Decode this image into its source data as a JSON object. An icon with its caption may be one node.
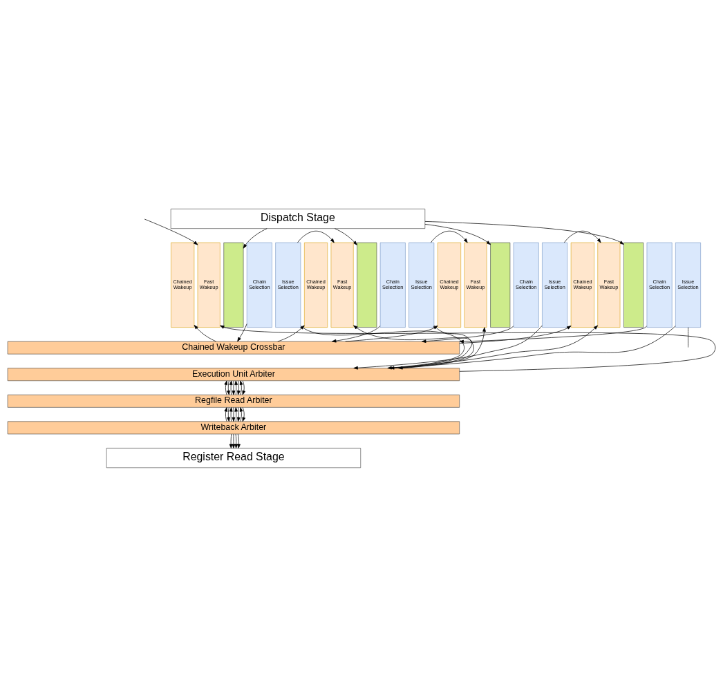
{
  "diagram": {
    "nodes": [
      {
        "text": [
          "Dispatch Stage"
        ]
      },
      {
        "text": [
          "Chained Wakeup"
        ]
      },
      {
        "text": [
          "Fast Wakeup"
        ]
      },
      {
        "text": [],
        "shape": "box"
      },
      {
        "text": [
          "Chain Selection"
        ]
      },
      {
        "text": [
          "Issue Selection"
        ]
      },
      {
        "text": [
          "Chained Wakeup"
        ]
      },
      {
        "text": [
          "Fast Wakeup"
        ]
      },
      {
        "text": [],
        "shape": "box"
      },
      {
        "text": [
          "Chain Selection"
        ]
      },
      {
        "text": [
          "Issue Selection"
        ]
      },
      {
        "text": [
          "Chained Wakeup"
        ]
      },
      {
        "text": [
          "Fast Wakeup"
        ]
      },
      {
        "text": [],
        "shape": "box"
      },
      {
        "text": [
          "Chain Selection"
        ]
      },
      {
        "text": [
          "Issue Selection"
        ]
      },
      {
        "text": [
          "Chained Wakeup"
        ]
      },
      {
        "text": [
          "Fast Wakeup"
        ]
      },
      {
        "text": [],
        "shape": "box"
      },
      {
        "text": [
          "Chain Selection"
        ]
      },
      {
        "text": [
          "Issue Selection"
        ]
      },
      {
        "text": [
          "Chained Wakeup Crossbar"
        ]
      },
      {
        "text": [
          "Execution Unit Arbiter"
        ]
      },
      {
        "text": [
          "Regfile Read Arbiter"
        ]
      },
      {
        "text": [
          "Writeback Arbiter"
        ]
      },
      {
        "text": [
          "Register Read Stage"
        ]
      }
    ],
    "edges": [
      {
        "from": 0,
        "to": 3,
        "arrow": "to"
      },
      {
        "from": 0,
        "to": 8,
        "arrow": "to"
      },
      {
        "from": 0,
        "to": 13,
        "arrow": "to"
      },
      {
        "from": 0,
        "to": 18,
        "arrow": "to"
      },
      {
        "from": null,
        "to": 2,
        "arrow": "to"
      },
      {
        "from": 5,
        "to": 7,
        "arrow": "to"
      },
      {
        "from": 10,
        "to": 12,
        "arrow": "to"
      },
      {
        "from": 15,
        "to": 17,
        "arrow": "to"
      },
      {
        "from": 20,
        "to": null,
        "arrow": "none"
      },
      {
        "from": 21,
        "to": 1,
        "arrow": "to"
      },
      {
        "from": 22,
        "to": 2,
        "arrow": "to"
      },
      {
        "from": 4,
        "to": 21,
        "arrow": "to"
      },
      {
        "from": 5,
        "to": 22,
        "arrow": "to"
      },
      {
        "from": 21,
        "to": 6,
        "arrow": "to"
      },
      {
        "from": 22,
        "to": 7,
        "arrow": "to"
      },
      {
        "from": 9,
        "to": 21,
        "arrow": "to"
      },
      {
        "from": 10,
        "to": 22,
        "arrow": "to"
      },
      {
        "from": 21,
        "to": 11,
        "arrow": "to"
      },
      {
        "from": 22,
        "to": 12,
        "arrow": "to"
      },
      {
        "from": 14,
        "to": 21,
        "arrow": "to"
      },
      {
        "from": 15,
        "to": 22,
        "arrow": "to"
      },
      {
        "from": 21,
        "to": 16,
        "arrow": "to"
      },
      {
        "from": 22,
        "to": 17,
        "arrow": "to"
      },
      {
        "from": 19,
        "to": 21,
        "arrow": "to"
      },
      {
        "from": 20,
        "to": 22,
        "arrow": "to"
      },
      {
        "from": 23,
        "to": 22,
        "arrow": "to"
      },
      {
        "from": 22,
        "to": 23,
        "arrow": "to"
      },
      {
        "from": 23,
        "to": 22,
        "arrow": "to"
      },
      {
        "from": 22,
        "to": 23,
        "arrow": "to"
      },
      {
        "from": 23,
        "to": 22,
        "arrow": "to"
      },
      {
        "from": 22,
        "to": 23,
        "arrow": "to"
      },
      {
        "from": 23,
        "to": 22,
        "arrow": "to"
      },
      {
        "from": 22,
        "to": 23,
        "arrow": "to"
      },
      {
        "from": 24,
        "to": 23,
        "arrow": "to"
      },
      {
        "from": 23,
        "to": 24,
        "arrow": "to"
      },
      {
        "from": 24,
        "to": 23,
        "arrow": "to"
      },
      {
        "from": 23,
        "to": 24,
        "arrow": "to"
      },
      {
        "from": 24,
        "to": 23,
        "arrow": "to"
      },
      {
        "from": 23,
        "to": 24,
        "arrow": "to"
      },
      {
        "from": 24,
        "to": 23,
        "arrow": "to"
      },
      {
        "from": 23,
        "to": 24,
        "arrow": "to"
      },
      {
        "from": 24,
        "to": 25,
        "arrow": "to"
      },
      {
        "from": 24,
        "to": 25,
        "arrow": "to"
      },
      {
        "from": 24,
        "to": 25,
        "arrow": "to"
      },
      {
        "from": 24,
        "to": 25,
        "arrow": "to"
      }
    ]
  }
}
